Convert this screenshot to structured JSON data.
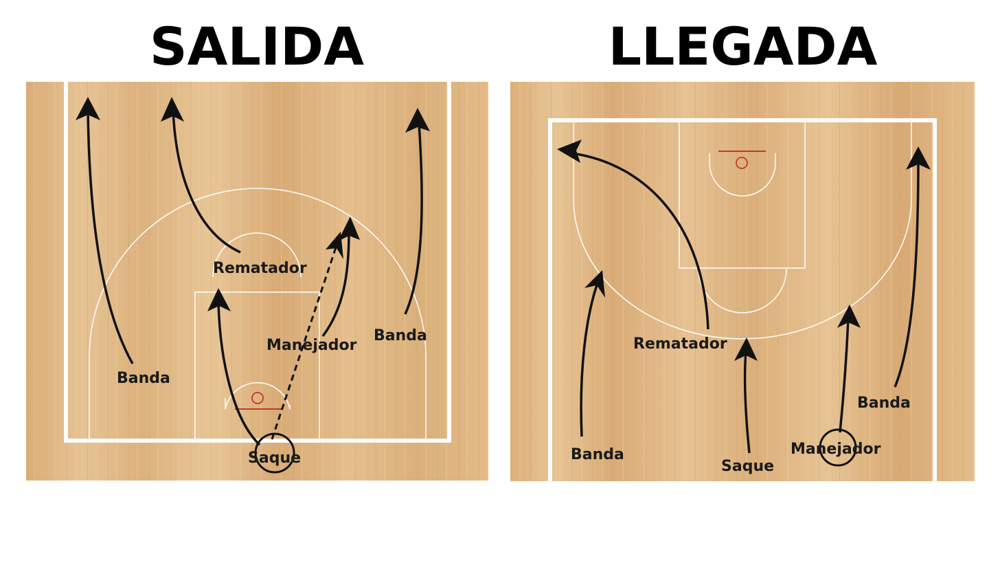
{
  "panels": {
    "left": {
      "title": "SALIDA",
      "labels": {
        "banda_left": "Banda",
        "rematador": "Rematador",
        "manejador": "Manejador",
        "banda_right": "Banda",
        "saque": "Saque"
      }
    },
    "right": {
      "title": "LLEGADA",
      "labels": {
        "rematador": "Rematador",
        "banda_left": "Banda",
        "saque": "Saque",
        "manejador": "Manejador",
        "banda_right": "Banda"
      }
    }
  },
  "colors": {
    "wood_light": "#e3bc8a",
    "wood_dark": "#cfa06a",
    "court_line": "#ffffff",
    "rim": "#c0392b",
    "arrow": "#111111"
  }
}
